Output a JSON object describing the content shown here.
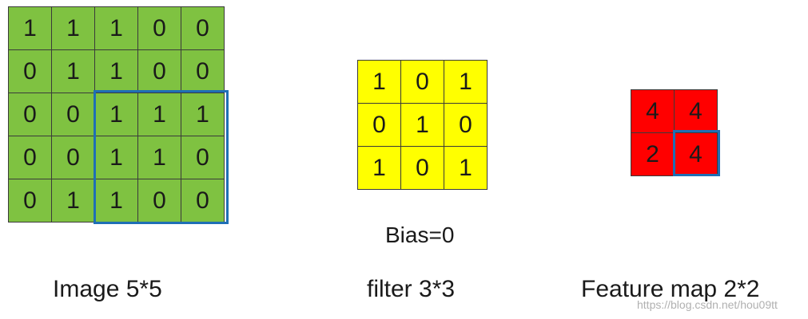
{
  "image": {
    "values": [
      [
        "1",
        "1",
        "1",
        "0",
        "0"
      ],
      [
        "0",
        "1",
        "1",
        "0",
        "0"
      ],
      [
        "0",
        "0",
        "1",
        "1",
        "1"
      ],
      [
        "0",
        "0",
        "1",
        "1",
        "0"
      ],
      [
        "0",
        "1",
        "1",
        "0",
        "0"
      ]
    ],
    "caption": "Image 5*5",
    "cell_color": "#7fc241"
  },
  "filter": {
    "values": [
      [
        "1",
        "0",
        "1"
      ],
      [
        "0",
        "1",
        "0"
      ],
      [
        "1",
        "0",
        "1"
      ]
    ],
    "caption": "filter 3*3",
    "bias_label": "Bias=0",
    "cell_color": "#ffff00"
  },
  "feature_map": {
    "values": [
      [
        "4",
        "4"
      ],
      [
        "2",
        "4"
      ]
    ],
    "caption": "Feature map 2*2",
    "cell_color": "#ff0000"
  },
  "highlight_color": "#1f6fb5",
  "watermark": "https://blog.csdn.net/hou09tt"
}
